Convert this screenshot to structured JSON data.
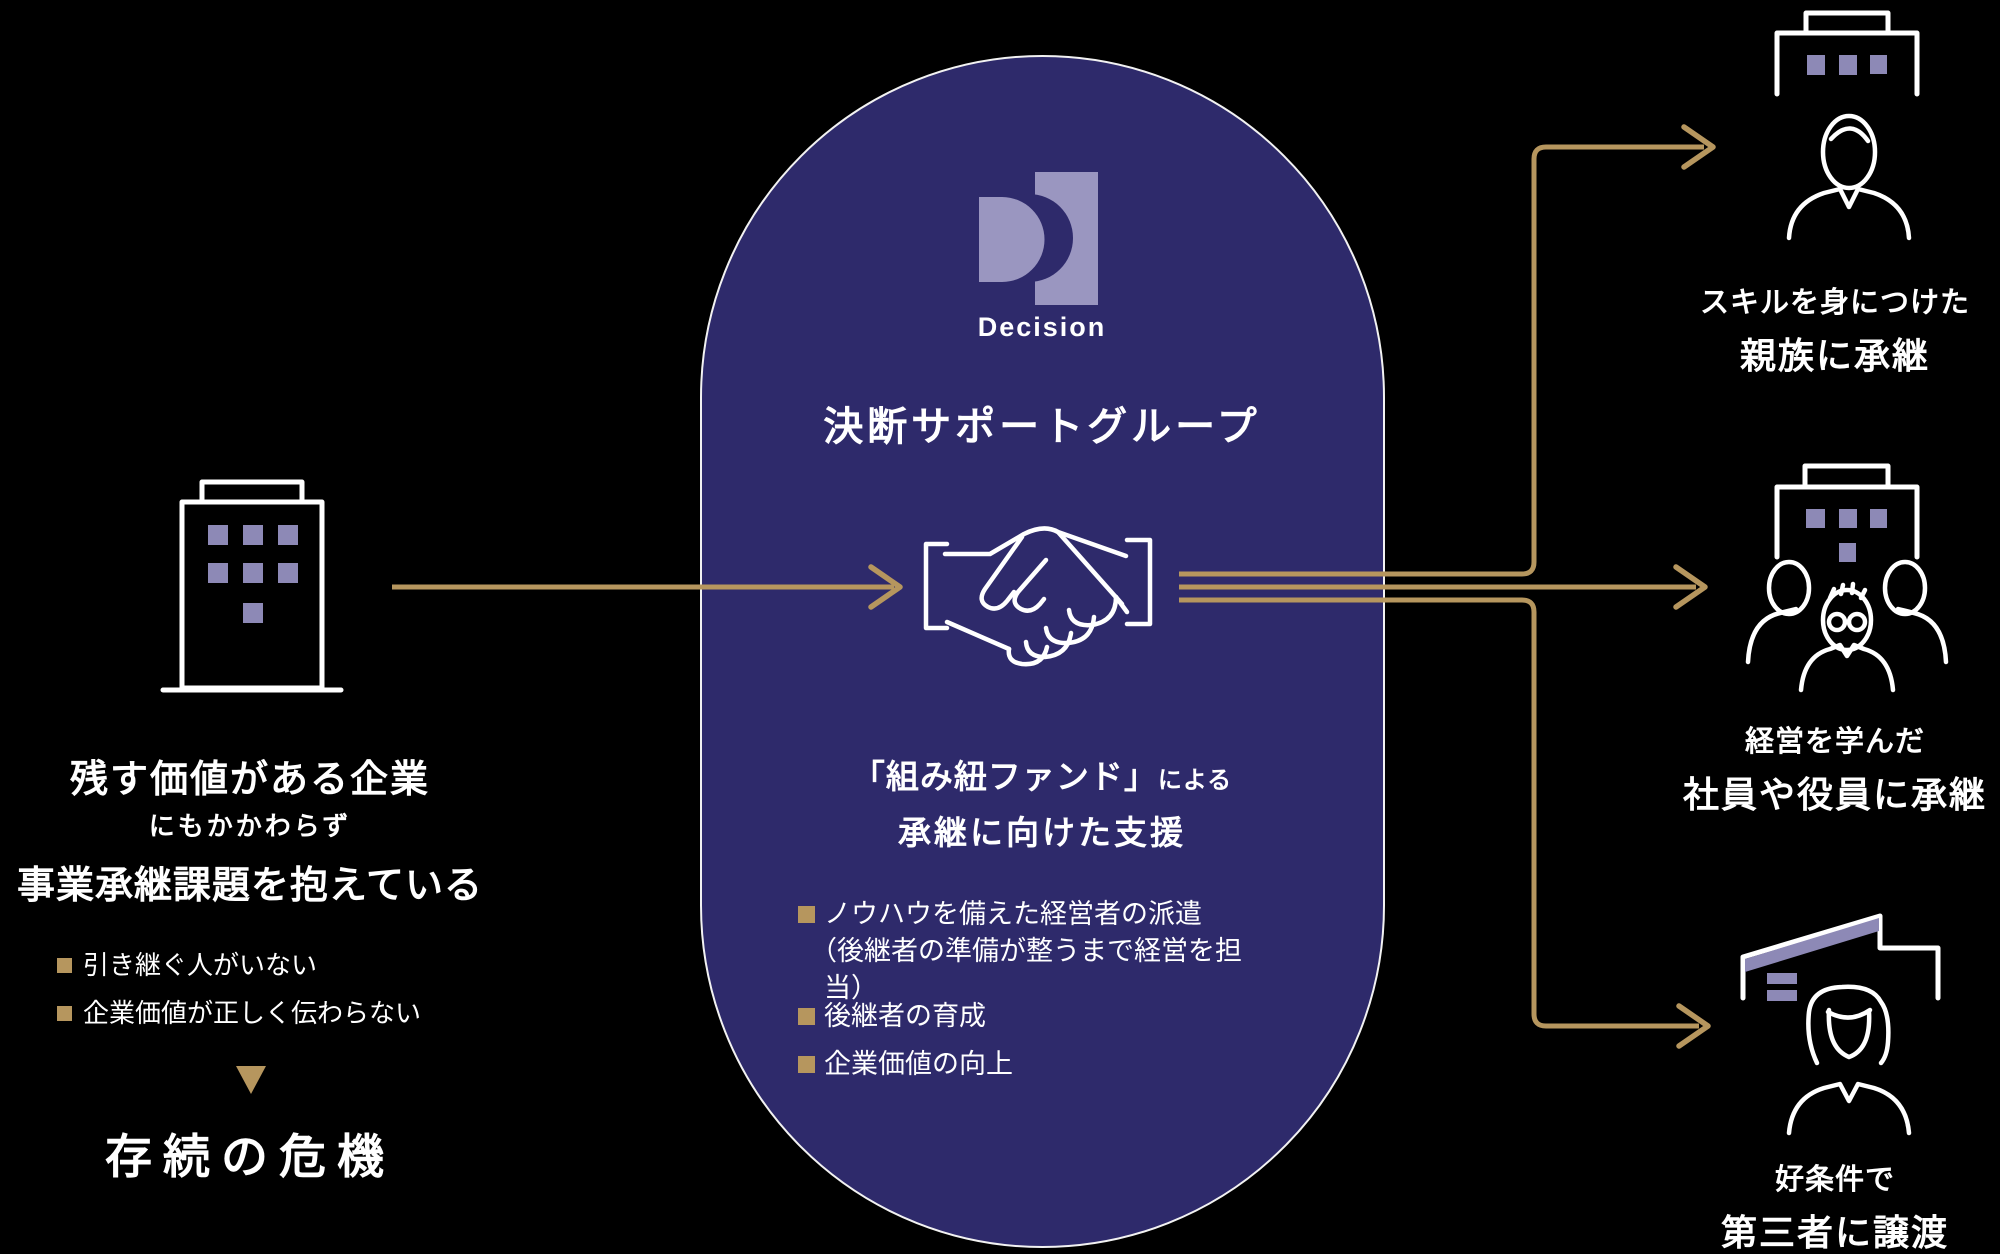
{
  "colors": {
    "background": "#000000",
    "pill": "#2e2a6b",
    "pill_border": "#f2f2f2",
    "lavender": "#8d89b6",
    "logo_lavender": "#9a96c0",
    "gold": "#b6965e",
    "text": "#ffffff"
  },
  "left_panel": {
    "building_icon": "office-building-icon",
    "headline_line1": "残す価値がある企業",
    "headline_line2": "にもかかわらず",
    "headline_line3": "事業承継課題を抱えている",
    "issues": [
      {
        "label": "引き継ぐ人がいない"
      },
      {
        "label": "企業価値が正しく伝わらない"
      }
    ],
    "down_triangle_icon": "down-triangle-icon",
    "result": "存続の危機"
  },
  "center": {
    "logo_icon": "decision-logo",
    "brand_word": "Decision",
    "title": "決断サポートグループ",
    "handshake_icon": "handshake-icon",
    "subtitle_line1_main": "「組み紐ファンド」",
    "subtitle_line1_suffix": "による",
    "subtitle_line2": "承継に向けた支援",
    "supports": [
      {
        "label": "ノウハウを備えた経営者の派遣",
        "note": "（後継者の準備が整うまで経営を担当）"
      },
      {
        "label": "後継者の育成",
        "note": ""
      },
      {
        "label": "企業価値の向上",
        "note": ""
      }
    ]
  },
  "outcomes": [
    {
      "icon": "building-and-person-icon",
      "line1": "スキルを身につけた",
      "line2": "親族に承継"
    },
    {
      "icon": "building-and-people-icon",
      "line1": "経営を学んだ",
      "line2": "社員や役員に承継"
    },
    {
      "icon": "building-and-woman-icon",
      "line1": "好条件で",
      "line2": "第三者に譲渡"
    }
  ]
}
